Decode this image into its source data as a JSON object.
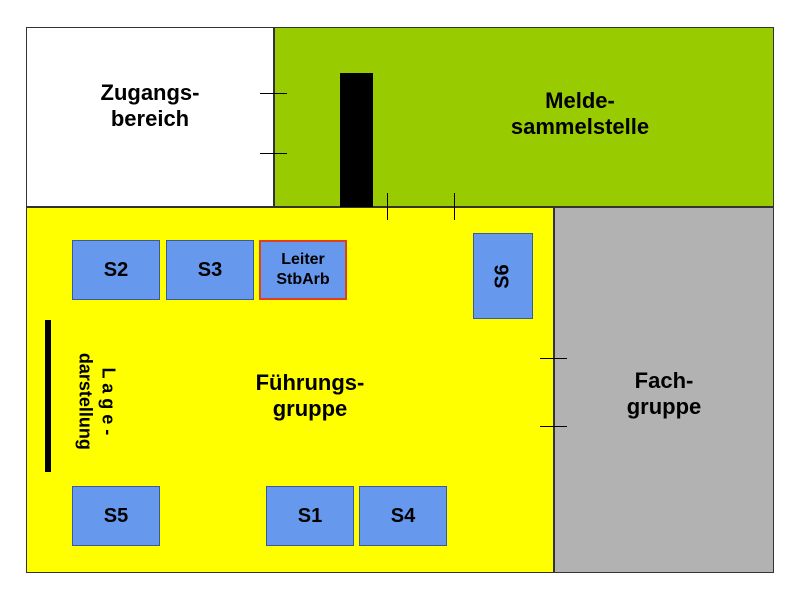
{
  "zones": {
    "zugang": {
      "label": "Zugangs-\nbereich",
      "color": "#ffffff"
    },
    "melde": {
      "label": "Melde-\nsammelstelle",
      "color": "#99cc00"
    },
    "fuehrung": {
      "label": "Führungs-\ngruppe",
      "color": "#ffff00"
    },
    "fach": {
      "label": "Fach-\ngruppe",
      "color": "#b2b2b2"
    }
  },
  "lage": {
    "label": "L a g e -\ndarstellung"
  },
  "stations": {
    "s1": "S1",
    "s2": "S2",
    "s3": "S3",
    "s4": "S4",
    "s5": "S5",
    "s6": "S6",
    "leiter": "Leiter\nStbArb"
  },
  "colors": {
    "station": "#6699ee",
    "leiter_border": "#e04020",
    "wall": "#000000"
  }
}
